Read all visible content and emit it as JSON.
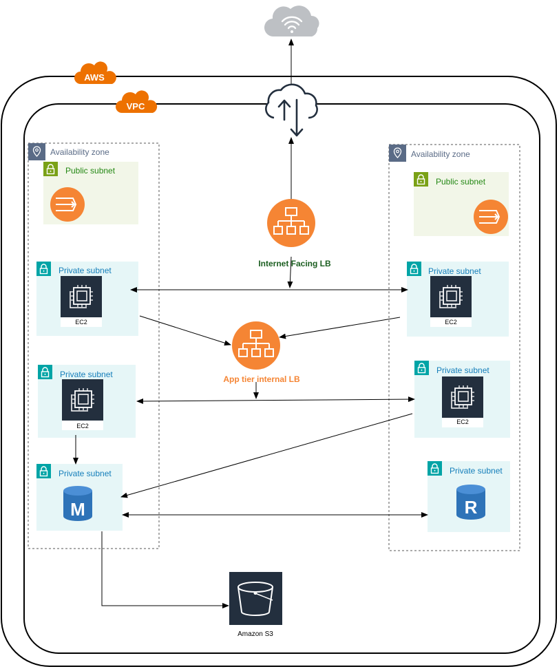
{
  "labels": {
    "aws": "AWS",
    "vpc": "VPC",
    "az_left": "Availability zone",
    "az_right": "Availability zone",
    "public_subnet_left": "Public subnet",
    "public_subnet_right": "Public subnet",
    "private_subnet_l1": "Private subnet",
    "private_subnet_l2": "Private subnet",
    "private_subnet_l3": "Private subnet",
    "private_subnet_r1": "Private subnet",
    "private_subnet_r2": "Private subnet",
    "private_subnet_r3": "Private subnet",
    "ec2_l1": "EC2",
    "ec2_l2": "EC2",
    "ec2_r1": "EC2",
    "ec2_r2": "EC2",
    "internet_lb": "Internet Facing LB",
    "app_lb": "App tier internal LB",
    "s3": "Amazon S3",
    "db_master": "M",
    "db_replica": "R"
  },
  "colors": {
    "aws_orange": "#ED7100",
    "lb_orange": "#F58534",
    "public_fill": "#F2F6E8",
    "public_green": "#7AA116",
    "public_text": "#248814",
    "private_fill": "#E6F6F7",
    "private_teal": "#00A4A6",
    "private_text": "#147EBA",
    "ec2_dark": "#232F3E",
    "db_blue": "#2E73B8",
    "az_gray": "#5A6B86",
    "internet_gray": "#BDC0C4",
    "internet_lb_text": "#1B5E20",
    "app_lb_text": "#F58534"
  },
  "icons": [
    "internet-cloud-icon",
    "internet-gateway-icon",
    "aws-cloud-icon",
    "vpc-cloud-icon",
    "availability-zone-icon",
    "lock-icon",
    "nat-gateway-icon",
    "load-balancer-icon",
    "ec2-instance-icon",
    "rds-master-icon",
    "rds-replica-icon",
    "s3-bucket-icon"
  ]
}
